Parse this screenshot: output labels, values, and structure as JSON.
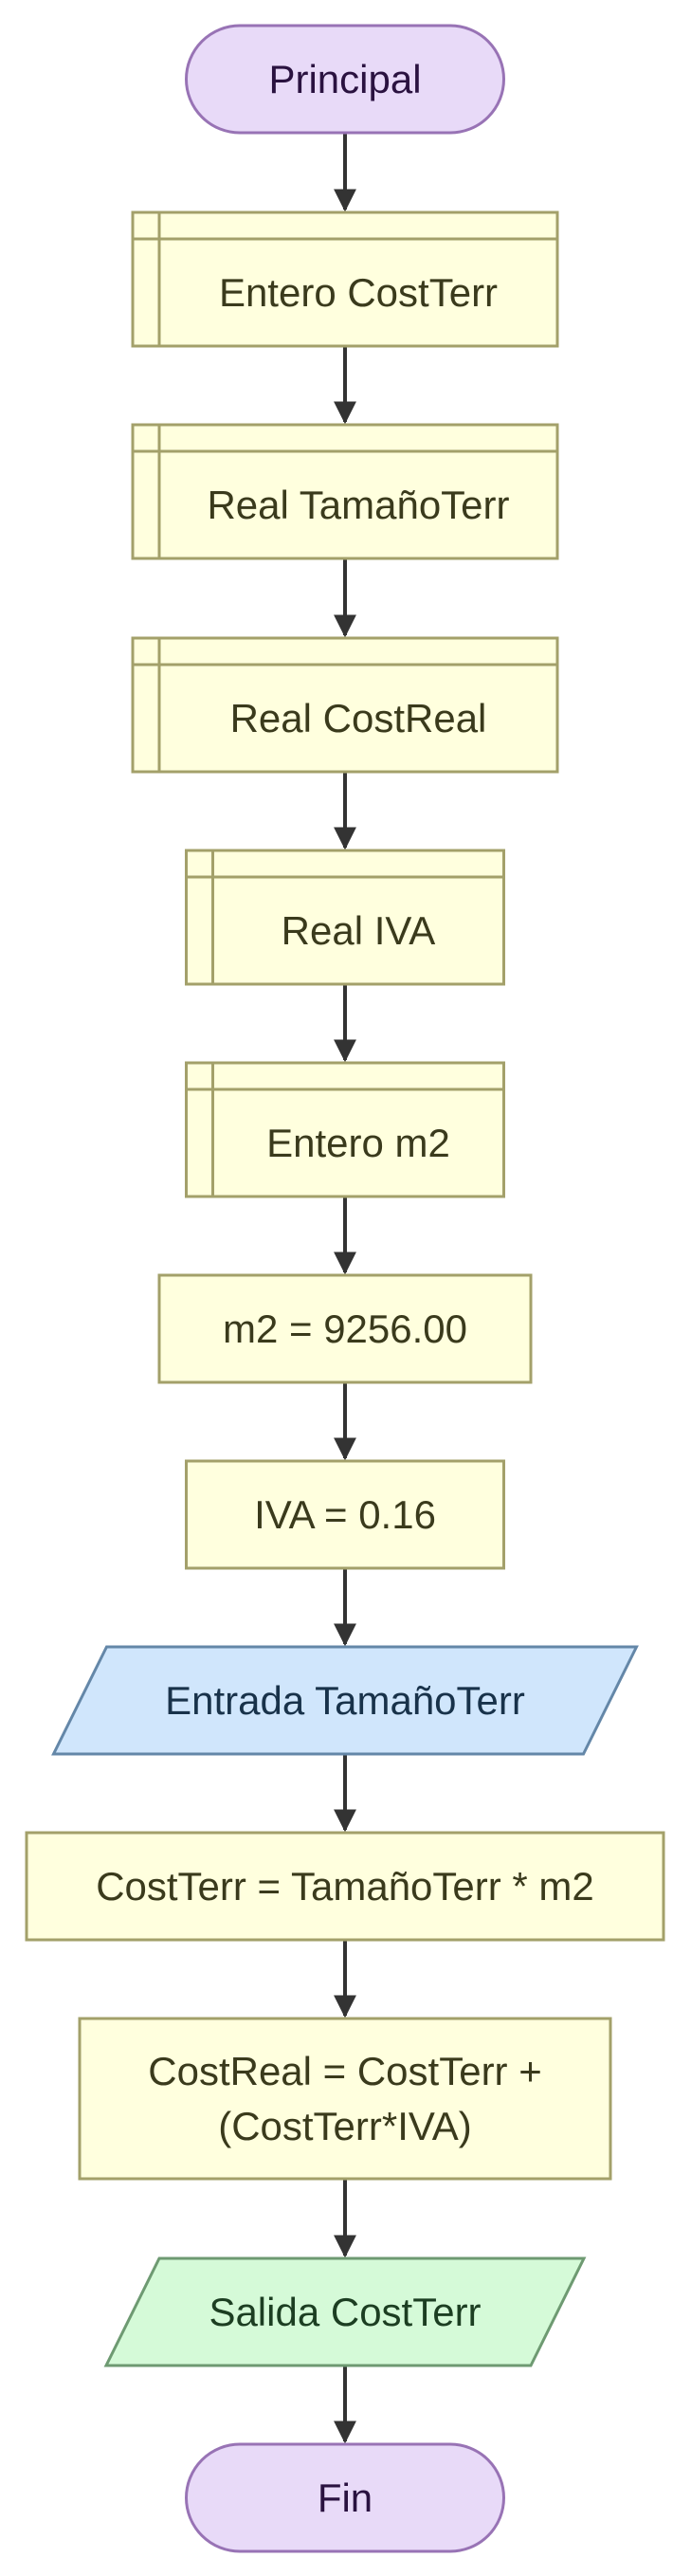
{
  "colors": {
    "terminal_fill": "#E8DAF8",
    "terminal_stroke": "#9873B5",
    "terminal_text": "#2A1240",
    "process_fill": "#FFFFDE",
    "process_stroke": "#A3A06A",
    "process_text": "#3A3A1C",
    "input_fill": "#D0E6FC",
    "input_stroke": "#6487A8",
    "input_text": "#18324A",
    "output_fill": "#D5FAD8",
    "output_stroke": "#6E9A72",
    "output_text": "#1C3E22",
    "arrow": "#333333",
    "background": "#FFFFFF"
  },
  "nodes": [
    {
      "id": "start",
      "kind": "terminal",
      "lines": [
        "Principal"
      ]
    },
    {
      "id": "decl-costterr",
      "kind": "declaration",
      "lines": [
        "Entero CostTerr"
      ]
    },
    {
      "id": "decl-tamanoterr",
      "kind": "declaration",
      "lines": [
        "Real TamañoTerr"
      ]
    },
    {
      "id": "decl-costreal",
      "kind": "declaration",
      "lines": [
        "Real CostReal"
      ]
    },
    {
      "id": "decl-iva",
      "kind": "declaration",
      "lines": [
        "Real IVA"
      ]
    },
    {
      "id": "decl-m2",
      "kind": "declaration",
      "lines": [
        "Entero m2"
      ]
    },
    {
      "id": "assign-m2",
      "kind": "process",
      "lines": [
        "m2 = 9256.00"
      ]
    },
    {
      "id": "assign-iva",
      "kind": "process",
      "lines": [
        "IVA = 0.16"
      ]
    },
    {
      "id": "input-tamanoterr",
      "kind": "input",
      "lines": [
        "Entrada TamañoTerr"
      ]
    },
    {
      "id": "calc-costterr",
      "kind": "process",
      "lines": [
        "CostTerr = TamañoTerr * m2"
      ]
    },
    {
      "id": "calc-costreal",
      "kind": "process",
      "lines": [
        "CostReal = CostTerr +",
        "(CostTerr*IVA)"
      ]
    },
    {
      "id": "output-costterr",
      "kind": "output",
      "lines": [
        "Salida CostTerr"
      ]
    },
    {
      "id": "end",
      "kind": "terminal",
      "lines": [
        "Fin"
      ]
    }
  ]
}
